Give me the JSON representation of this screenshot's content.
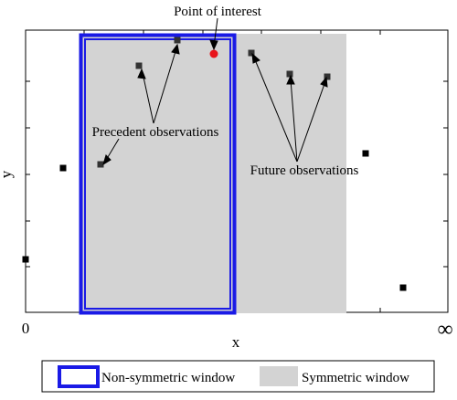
{
  "annotations": {
    "point_of_interest": "Point of interest",
    "precedent": "Precedent observations",
    "future": "Future observations"
  },
  "axes": {
    "x_label": "x",
    "y_label": "y",
    "x_start": "0",
    "x_end": "∞"
  },
  "legend": {
    "non_symmetric": "Non-symmetric window",
    "symmetric": "Symmetric window"
  },
  "colors": {
    "window_border": "#1a1ae6",
    "symmetric_fill": "#d3d3d3",
    "point_of_interest": "#e8141b",
    "observation_outside": "#000000",
    "observation_inside": "#333333"
  }
}
